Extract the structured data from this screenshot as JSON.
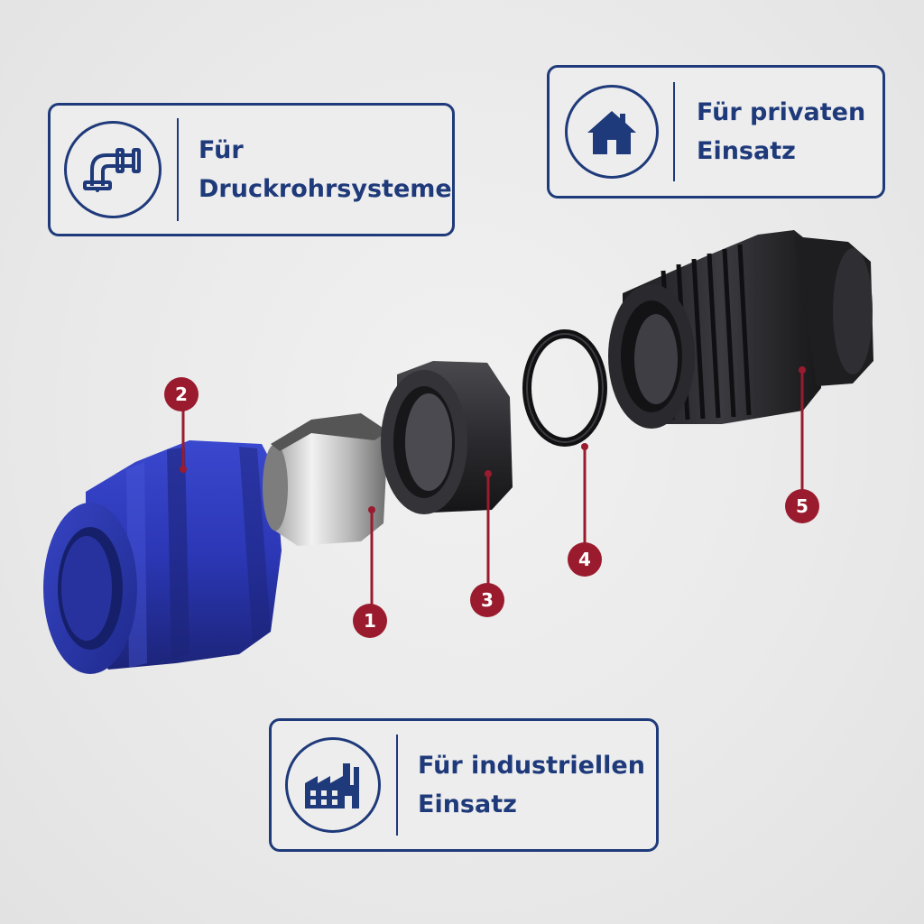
{
  "cards": {
    "pressure": {
      "line1": "Für",
      "line2": "Druckrohrsysteme",
      "icon": "pipe-icon"
    },
    "private": {
      "line1": "Für privaten",
      "line2": "Einsatz",
      "icon": "house-icon"
    },
    "industrial": {
      "line1": "Für industriellen",
      "line2": "Einsatz",
      "icon": "factory-icon"
    }
  },
  "parts": [
    {
      "number": "1",
      "name": "clamping-ring"
    },
    {
      "number": "2",
      "name": "union-nut"
    },
    {
      "number": "3",
      "name": "support-ring"
    },
    {
      "number": "4",
      "name": "o-ring"
    },
    {
      "number": "5",
      "name": "threaded-body"
    }
  ],
  "colors": {
    "brand_blue": "#1f3a7a",
    "badge_red": "#9a1b2e",
    "nut_blue": "#2a37b0"
  }
}
